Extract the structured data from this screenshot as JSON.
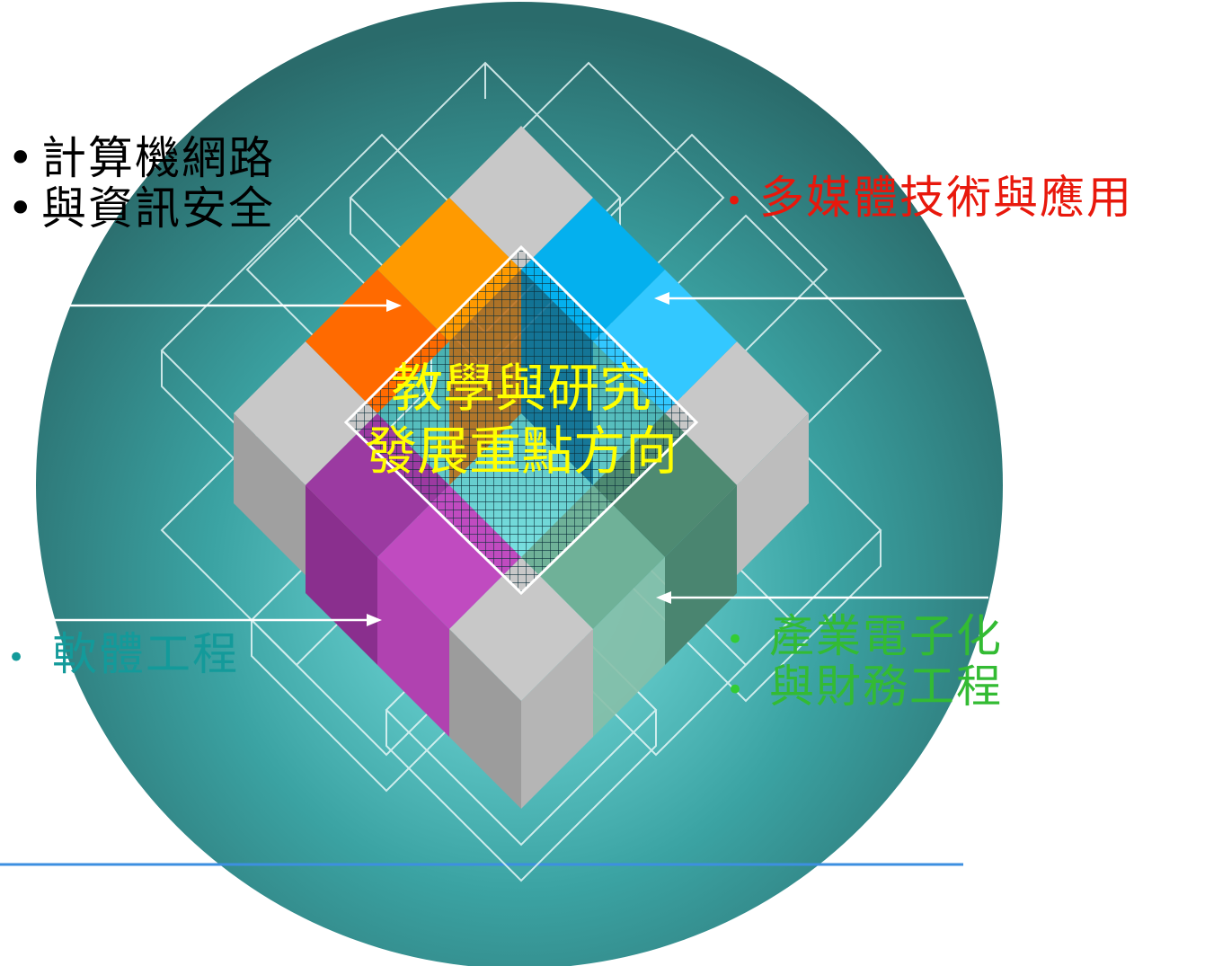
{
  "center_title": {
    "line1": "教學與研究",
    "line2": "發展重點方向"
  },
  "labels": {
    "network": {
      "bullet": "•",
      "lines": [
        "計算機網路",
        "與資訊安全"
      ],
      "color": "#000000"
    },
    "multimedia": {
      "bullet": "•",
      "lines": [
        "多媒體技術與應用"
      ],
      "color": "#e8180c",
      "bullet_color": "#e8180c"
    },
    "software": {
      "bullet": "•",
      "lines": [
        "軟體工程"
      ],
      "color": "#139a9a",
      "bullet_color": "#139a9a"
    },
    "ecommerce": {
      "bullet": "•",
      "lines": [
        "產業電子化",
        "與財務工程"
      ],
      "color": "#33bb33",
      "bullet_color": "#33cc33"
    }
  },
  "colors": {
    "circle_edge": "#2a6e6e",
    "circle_center": "#7fe3e3",
    "quad_network": "#ff8c00",
    "quad_multimedia": "#19b6f0",
    "quad_software": "#a93fb0",
    "quad_ecommerce": "#5d9e86",
    "block_gray": "#c2c2c2",
    "arrow": "#ffffff",
    "bottom_line": "#3d8fe0"
  },
  "icons": [
    "right-arrow-icon",
    "left-arrow-icon"
  ]
}
